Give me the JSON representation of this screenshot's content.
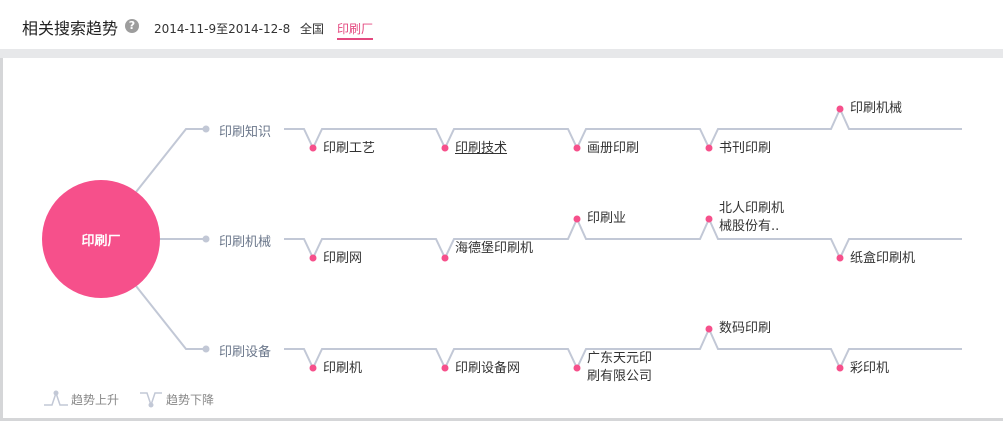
{
  "header": {
    "title": "相关搜索趋势",
    "help_symbol": "?",
    "date_range": "2014-11-9至2014-12-8",
    "region": "全国",
    "keyword": "印刷厂"
  },
  "center": {
    "label": "印刷厂"
  },
  "branches": [
    {
      "label": "印刷知识",
      "items": [
        {
          "label": "印刷工艺",
          "trend": "down"
        },
        {
          "label": "印刷技术",
          "trend": "down"
        },
        {
          "label": "画册印刷",
          "trend": "down"
        },
        {
          "label": "书刊印刷",
          "trend": "down"
        },
        {
          "label": "印刷机械",
          "trend": "up"
        }
      ]
    },
    {
      "label": "印刷机械",
      "items": [
        {
          "label": "印刷网",
          "trend": "down"
        },
        {
          "label": "海德堡印刷机",
          "trend": "down"
        },
        {
          "label": "印刷业",
          "trend": "up"
        },
        {
          "label": "北人印刷机械股份有..",
          "trend": "up"
        },
        {
          "label": "纸盒印刷机",
          "trend": "down"
        }
      ]
    },
    {
      "label": "印刷设备",
      "items": [
        {
          "label": "印刷机",
          "trend": "down"
        },
        {
          "label": "印刷设备网",
          "trend": "down"
        },
        {
          "label": "广东天元印刷有限公司",
          "trend": "down"
        },
        {
          "label": "数码印刷",
          "trend": "up"
        },
        {
          "label": "彩印机",
          "trend": "down"
        }
      ]
    }
  ],
  "legend": {
    "up_label": "趋势上升",
    "down_label": "趋势下降"
  },
  "colors": {
    "accent": "#f6508b",
    "line": "#c2c8d6",
    "branch_dot": "#c2c8d6"
  }
}
